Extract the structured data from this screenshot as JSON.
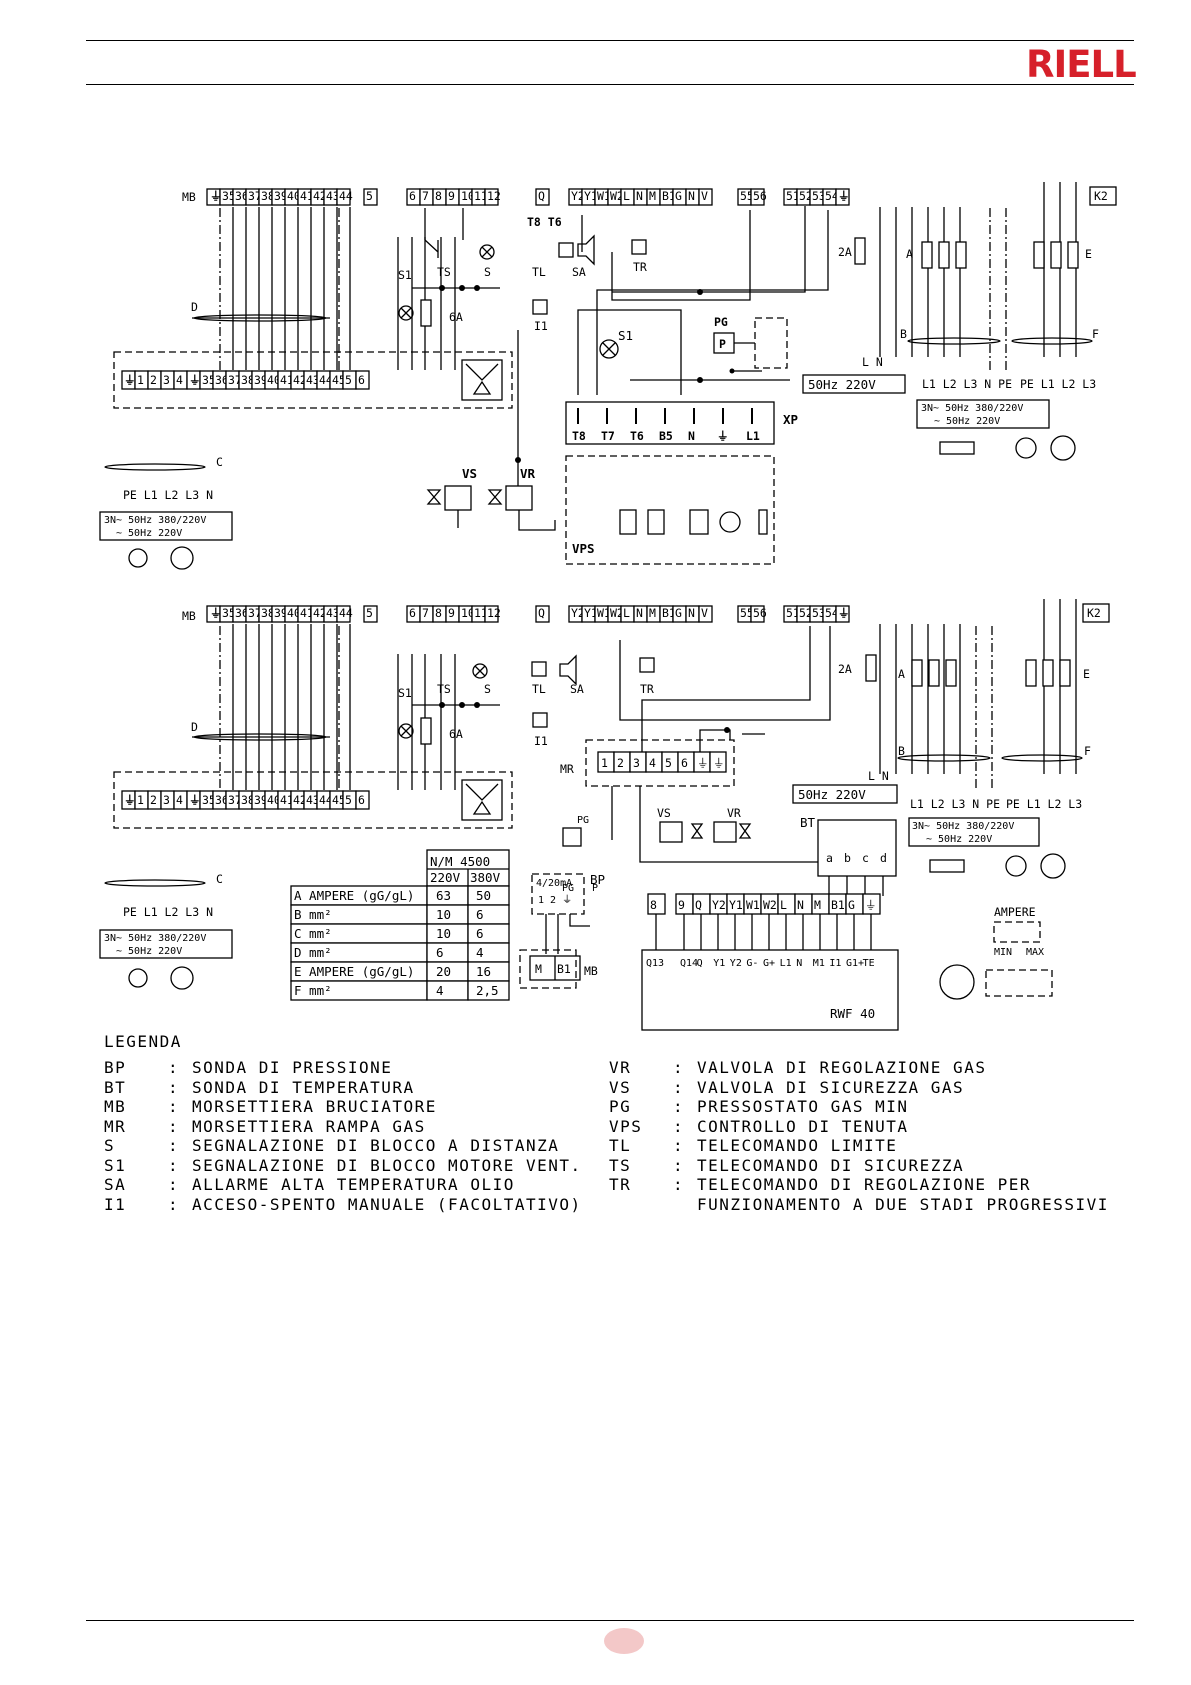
{
  "brand": {
    "name": "RIELLO",
    "color": "#d6202a"
  },
  "top_diagram": {
    "mb_label": "MB",
    "mb_terminals": [
      "35",
      "36",
      "37",
      "38",
      "39",
      "40",
      "41",
      "42",
      "43",
      "44",
      "5",
      "6",
      "7",
      "8",
      "9",
      "10",
      "11",
      "12",
      "Q",
      "Y2",
      "Y1",
      "W1",
      "W2",
      "L",
      "N",
      "M",
      "B1",
      "G",
      "N",
      "V",
      "55",
      "56",
      "51",
      "52",
      "53",
      "54"
    ],
    "bottom_strip": [
      "1",
      "2",
      "3",
      "4",
      "35",
      "36",
      "37",
      "38",
      "39",
      "40",
      "41",
      "42",
      "43",
      "44",
      "45",
      "5",
      "6"
    ],
    "xp_terminals": [
      "T8",
      "T7",
      "T6",
      "B5",
      "N",
      "⏚",
      "L1"
    ],
    "xp_label": "XP",
    "vps_label": "VPS",
    "labels": {
      "TS": "TS",
      "S": "S",
      "TL": "TL",
      "SA": "SA",
      "I1": "I1",
      "TR": "TR",
      "S1": "S1",
      "S1b": "S1",
      "fuse": "6A",
      "fuse2": "2A",
      "PG": "PG",
      "P": "P",
      "VS": "VS",
      "VR": "VR",
      "T8T6": "T8 T6",
      "V": "V",
      "D": "D",
      "C": "C",
      "A": "A",
      "B": "B",
      "E": "E",
      "F": "F",
      "K2": "K2",
      "LN": "L N",
      "pe_l": "PE L1 L2 L3 N",
      "phase_r": "L1 L2 L3 N PE",
      "phase_r2": "PE L1 L2 L3",
      "supply_1ph": "50Hz 220V",
      "supply_3n_a": "3N~ 50Hz 380/220V",
      "supply_3n_b": "~ 50Hz 220V"
    }
  },
  "bottom_diagram": {
    "mb_label": "MB",
    "mr_label": "MR",
    "mr_terminals": [
      "1",
      "2",
      "3",
      "4",
      "5",
      "6",
      "⏚",
      "⏚"
    ],
    "rwf_top": [
      "8",
      "9",
      "Q",
      "Y2",
      "Y1",
      "W1",
      "W2",
      "L",
      "N",
      "M",
      "B1",
      "G",
      "⏚"
    ],
    "rwf_bottom": [
      "Q13",
      "Q14",
      "Q",
      "Y1",
      "Y2",
      "G-",
      "G+",
      "L1",
      "N",
      "M1",
      "I1",
      "G1+",
      "TE"
    ],
    "rwf_label": "RWF 40",
    "bp_label": "BP",
    "bp_box": "4/20mA",
    "bp_pins": "1 2 ⏚",
    "mb_b1": [
      "M",
      "B1"
    ],
    "bt_label": "BT",
    "bt_pins": [
      "a",
      "b",
      "c",
      "d"
    ],
    "ampere": "AMPERE",
    "min_max": [
      "MIN",
      "MAX"
    ],
    "pg_p": [
      "PG",
      "P"
    ]
  },
  "spec_table": {
    "header_model": "N/M 4500",
    "header_cols": [
      "220V",
      "380V"
    ],
    "rows": [
      {
        "label": "A AMPERE (gG/gL)",
        "v220": "63",
        "v380": "50"
      },
      {
        "label": "B   mm²",
        "v220": "10",
        "v380": "6"
      },
      {
        "label": "C   mm²",
        "v220": "10",
        "v380": "6"
      },
      {
        "label": "D   mm²",
        "v220": "6",
        "v380": "4"
      },
      {
        "label": "E AMPERE (gG/gL)",
        "v220": "20",
        "v380": "16"
      },
      {
        "label": "F   mm²",
        "v220": "4",
        "v380": "2,5"
      }
    ]
  },
  "legend": {
    "title": "LEGENDA",
    "left": [
      {
        "code": "BP",
        "desc": "SONDA DI PRESSIONE"
      },
      {
        "code": "BT",
        "desc": "SONDA DI TEMPERATURA"
      },
      {
        "code": "MB",
        "desc": "MORSETTIERA BRUCIATORE"
      },
      {
        "code": "MR",
        "desc": "MORSETTIERA RAMPA GAS"
      },
      {
        "code": "S",
        "desc": "SEGNALAZIONE DI BLOCCO A DISTANZA"
      },
      {
        "code": "S1",
        "desc": "SEGNALAZIONE DI BLOCCO MOTORE VENT."
      },
      {
        "code": "SA",
        "desc": "ALLARME ALTA TEMPERATURA OLIO"
      },
      {
        "code": "I1",
        "desc": "ACCESO-SPENTO MANUALE (FACOLTATIVO)"
      }
    ],
    "right": [
      {
        "code": "VR",
        "desc": "VALVOLA DI REGOLAZIONE GAS"
      },
      {
        "code": "VS",
        "desc": "VALVOLA DI SICUREZZA GAS"
      },
      {
        "code": "PG",
        "desc": "PRESSOSTATO GAS MIN"
      },
      {
        "code": "VPS",
        "desc": "CONTROLLO DI TENUTA"
      },
      {
        "code": "TL",
        "desc": "TELECOMANDO LIMITE"
      },
      {
        "code": "TS",
        "desc": "TELECOMANDO DI SICUREZZA"
      },
      {
        "code": "TR",
        "desc": "TELECOMANDO DI REGOLAZIONE PER"
      },
      {
        "code": "",
        "desc": "FUNZIONAMENTO A DUE STADI PROGRESSIVI"
      }
    ]
  }
}
